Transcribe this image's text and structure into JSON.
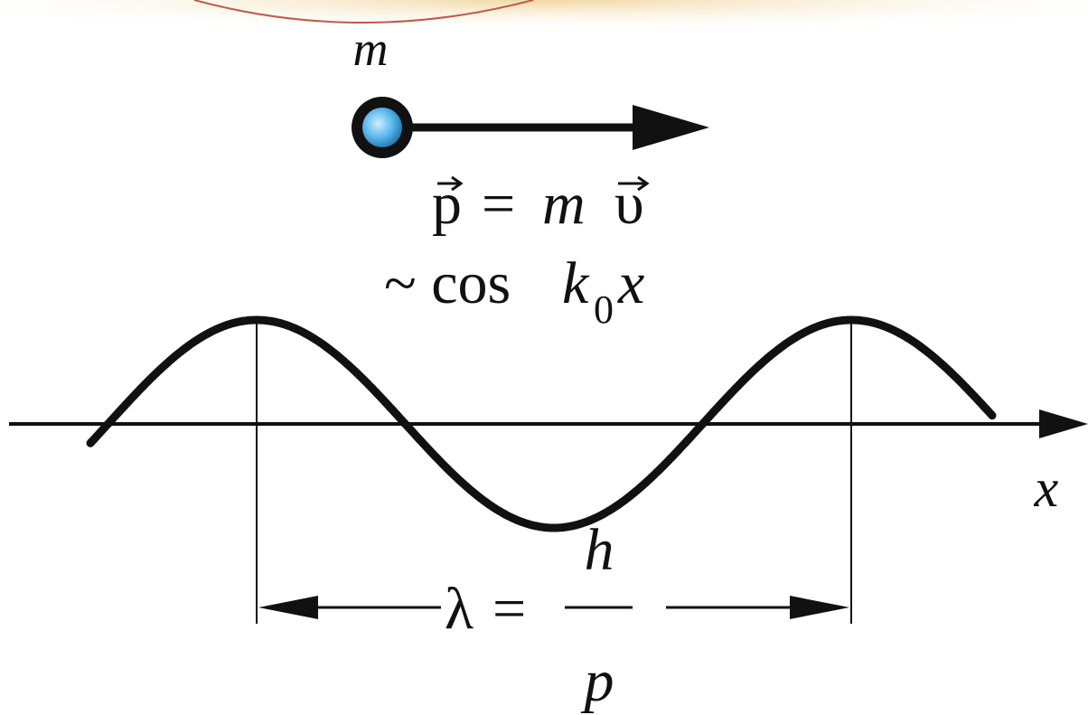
{
  "particle": {
    "mass_label": "m",
    "momentum_equation": {
      "lhs": "p",
      "equals": "=",
      "mass": "m",
      "velocity": "υ"
    }
  },
  "wave": {
    "form": {
      "prefix": "~ cos ",
      "k": "k",
      "subscript": "0",
      "var": "x"
    },
    "axis_label": "x"
  },
  "wavelength": {
    "symbol": "λ",
    "equals": "=",
    "numerator": "h",
    "denominator": "p"
  },
  "colors": {
    "ink": "#111111",
    "particle_core": "#5ab7ec",
    "particle_ring": "#111111",
    "background": "#ffffff",
    "decor_top": "#e4c079"
  }
}
